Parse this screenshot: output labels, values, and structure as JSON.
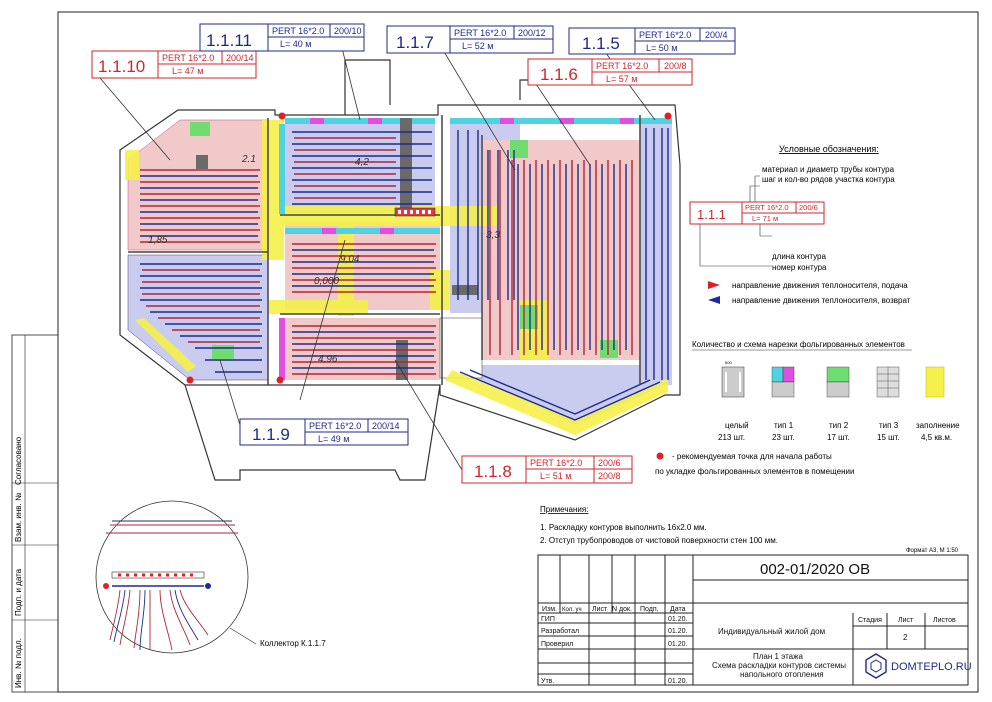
{
  "callouts": [
    {
      "id": "1.1.10",
      "pipe": "PERT 16*2.0",
      "step": "200/14",
      "length": "L= 47 м",
      "color": "#d2262c"
    },
    {
      "id": "1.1.11",
      "pipe": "PERT 16*2.0",
      "step": "200/10",
      "length": "L= 40 м",
      "color": "#1e2a8c"
    },
    {
      "id": "1.1.7",
      "pipe": "PERT 16*2.0",
      "step": "200/12",
      "length": "L= 52 м",
      "color": "#1e2a8c"
    },
    {
      "id": "1.1.5",
      "pipe": "PERT 16*2.0",
      "step": "200/4",
      "length": "L= 50 м",
      "color": "#1e2a8c"
    },
    {
      "id": "1.1.6",
      "pipe": "PERT 16*2.0",
      "step": "200/8",
      "length": "L= 57 м",
      "color": "#d2262c"
    },
    {
      "id": "1.1.9",
      "pipe": "PERT 16*2.0",
      "step": "200/14",
      "length": "L= 49 м",
      "color": "#1e2a8c"
    },
    {
      "id": "1.1.8",
      "pipe": "PERT 16*2.0",
      "step": "200/6",
      "step2": "200/8",
      "length": "L= 51 м",
      "color": "#d2262c"
    }
  ],
  "legend": {
    "title": "Условные обозначения:",
    "line1": "материал и диаметр трубы контура",
    "line2": "шаг и кол-во рядов участка контура",
    "sample": {
      "id": "1.1.1",
      "pipe": "PERT 16*2.0",
      "step": "200/6",
      "length": "L= 71 м"
    },
    "length_label": "длина контура",
    "number_label": "номер контура",
    "supply": "направление движения теплоносителя, подача",
    "return": "направление движения теплоносителя, возврат",
    "supply_color": "#e31e24",
    "return_color": "#1f2a9c"
  },
  "elements": {
    "title": "Количество и схема нарезки фольгированных элементов",
    "items": [
      {
        "name": "целый",
        "count": "213 шт."
      },
      {
        "name": "тип 1",
        "count": "23 шт."
      },
      {
        "name": "тип 2",
        "count": "17 шт."
      },
      {
        "name": "тип 3",
        "count": "15 шт."
      },
      {
        "name": "заполнение",
        "count": "4,5 кв.м."
      }
    ],
    "dim": "600"
  },
  "start_point": {
    "line1": "- рекомендуемая точка для начала работы",
    "line2": "по укладке фольгированных элементов в помещении"
  },
  "notes": {
    "title": "Примечания:",
    "items": [
      "1. Раскладку контуров выполнить 16х2.0 мм.",
      "2. Отступ трубопроводов от чистовой поверхности стен 100 мм."
    ]
  },
  "format": "Формат А3, М 1:50",
  "collector_label": "Коллектор К.1.1.7",
  "side_labels": [
    "Согласовано",
    "Взам. инв. №",
    "Подп. и дата",
    "Инв. № подл."
  ],
  "room_labels": [
    "2.1",
    "4,2",
    "1,85",
    "9,04",
    "0,000",
    "4,96",
    "3,3"
  ],
  "stamp": {
    "code": "002-01/2020 ОВ",
    "headers": [
      "Изм.",
      "Кол. уч",
      "Лист",
      "N док.",
      "Подп.",
      "Дата"
    ],
    "rows": [
      {
        "role": "ГИП",
        "date": "01.20."
      },
      {
        "role": "Разработал",
        "date": "01.20."
      },
      {
        "role": "Проверил",
        "date": "01.20."
      },
      {
        "role": "",
        "date": ""
      },
      {
        "role": "",
        "date": ""
      },
      {
        "role": "Утв.",
        "date": "01.20."
      }
    ],
    "object": "Индивидуальный жилой дом",
    "stage_h": "Стадия",
    "sheet_h": "Лист",
    "sheets_h": "Листов",
    "sheet": "2",
    "plan_title": "План 1 этажа",
    "plan_sub1": "Схема раскладки контуров системы",
    "plan_sub2": "напольного отопления",
    "brand": "DOMTEPLO.RU"
  }
}
